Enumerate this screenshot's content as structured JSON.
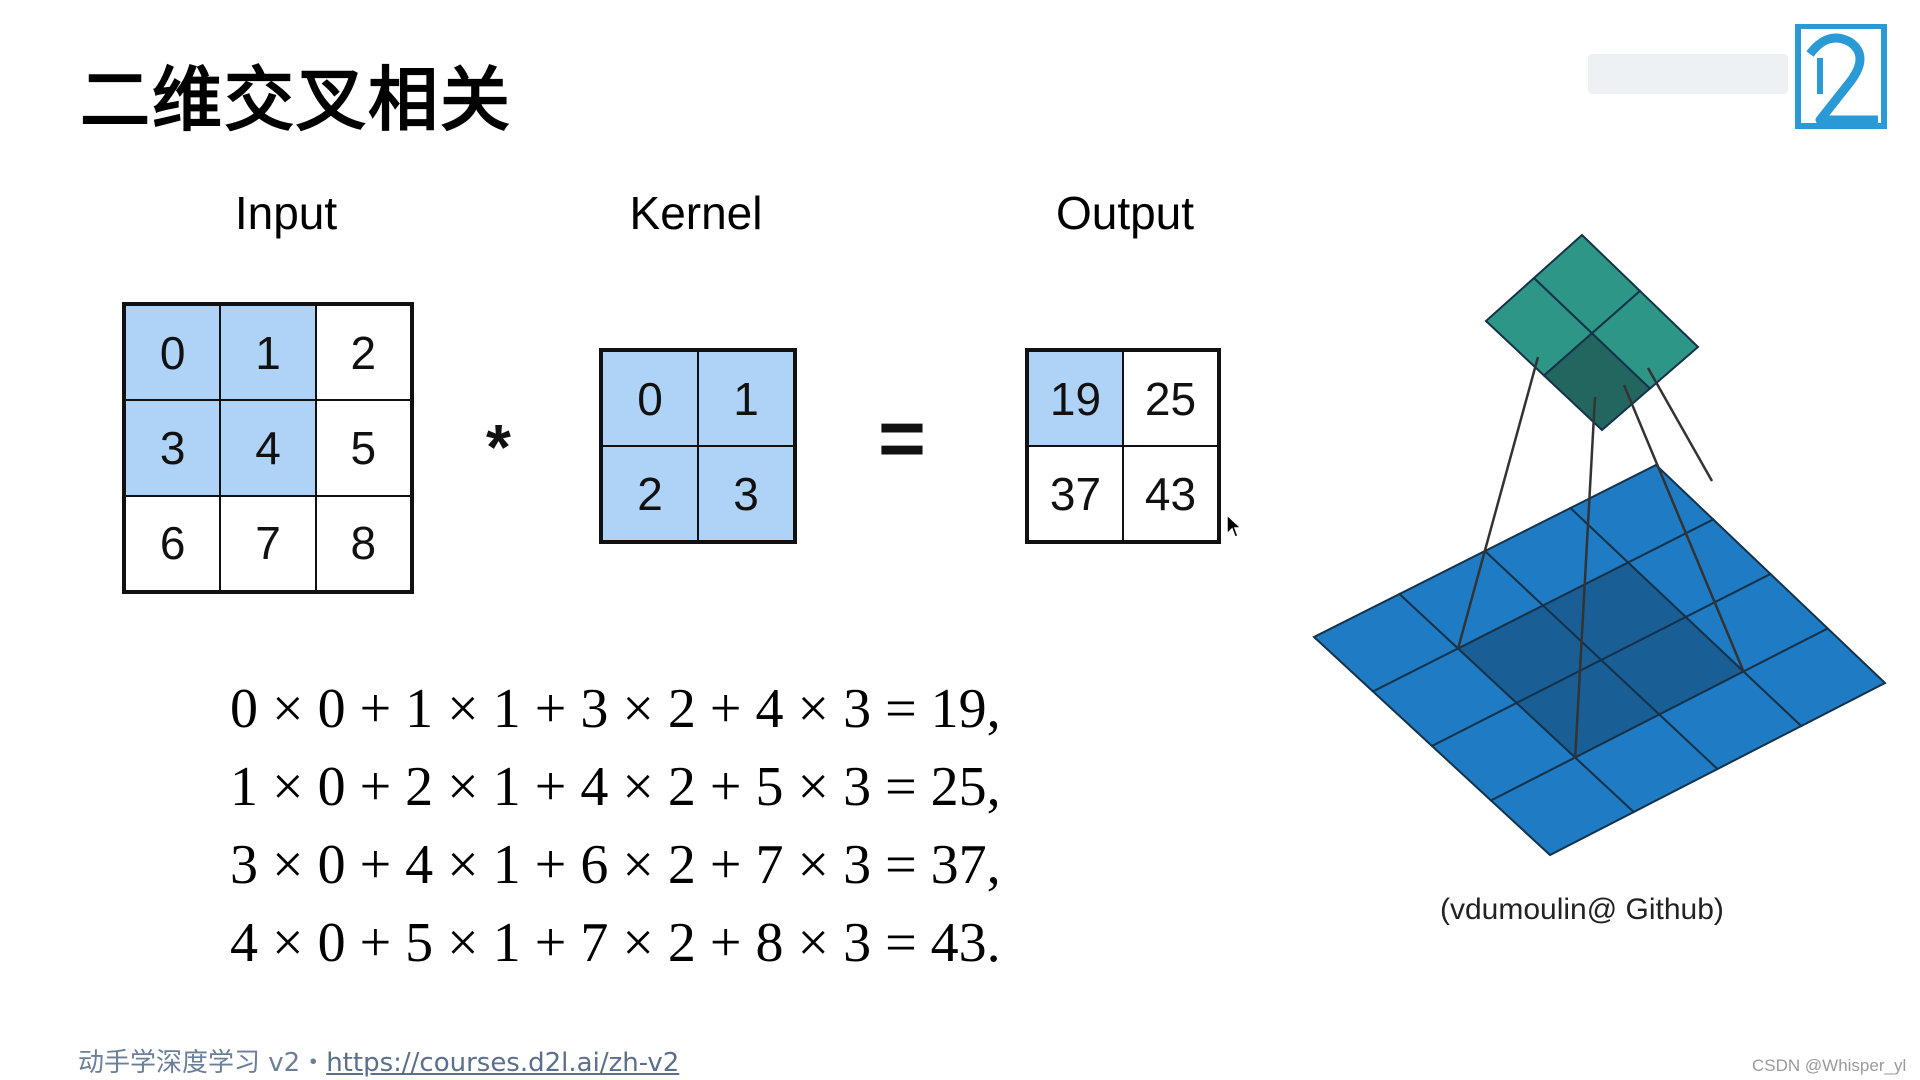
{
  "title": "二维交叉相关",
  "logo": {
    "text": "D2L"
  },
  "input": {
    "label": "Input",
    "cells": [
      [
        "0",
        "1",
        "2"
      ],
      [
        "3",
        "4",
        "5"
      ],
      [
        "6",
        "7",
        "8"
      ]
    ],
    "highlight": [
      [
        true,
        true,
        false
      ],
      [
        true,
        true,
        false
      ],
      [
        false,
        false,
        false
      ]
    ]
  },
  "kernel": {
    "label": "Kernel",
    "cells": [
      [
        "0",
        "1"
      ],
      [
        "2",
        "3"
      ]
    ],
    "highlight": [
      [
        true,
        true
      ],
      [
        true,
        true
      ]
    ]
  },
  "output": {
    "label": "Output",
    "cells": [
      [
        "19",
        "25"
      ],
      [
        "37",
        "43"
      ]
    ],
    "highlight": [
      [
        true,
        false
      ],
      [
        false,
        false
      ]
    ]
  },
  "operators": {
    "conv": "*",
    "equals": "="
  },
  "equations": [
    "0 × 0 + 1 × 1 + 3 × 2 + 4 × 3 = 19,",
    "1 × 0 + 2 × 1 + 4 × 2 + 5 × 3 = 25,",
    "3 × 0 + 4 × 1 + 6 × 2 + 7 × 3 = 37,",
    "4 × 0 + 5 × 1 + 7 × 2 + 8 × 3 = 43."
  ],
  "credit": "(vdumoulin@ Github)",
  "footer": {
    "text": "动手学深度学习 v2・",
    "link": "https://courses.d2l.ai/zh-v2"
  },
  "watermark": "CSDN @Whisper_yl",
  "colors": {
    "highlight": "#aed3f7",
    "output_layer": "#2e9686",
    "output_layer_active": "#23665f",
    "input_layer": "#1f7cc4",
    "input_layer_active": "#1a5e96",
    "logo": "#2a9ad6"
  }
}
